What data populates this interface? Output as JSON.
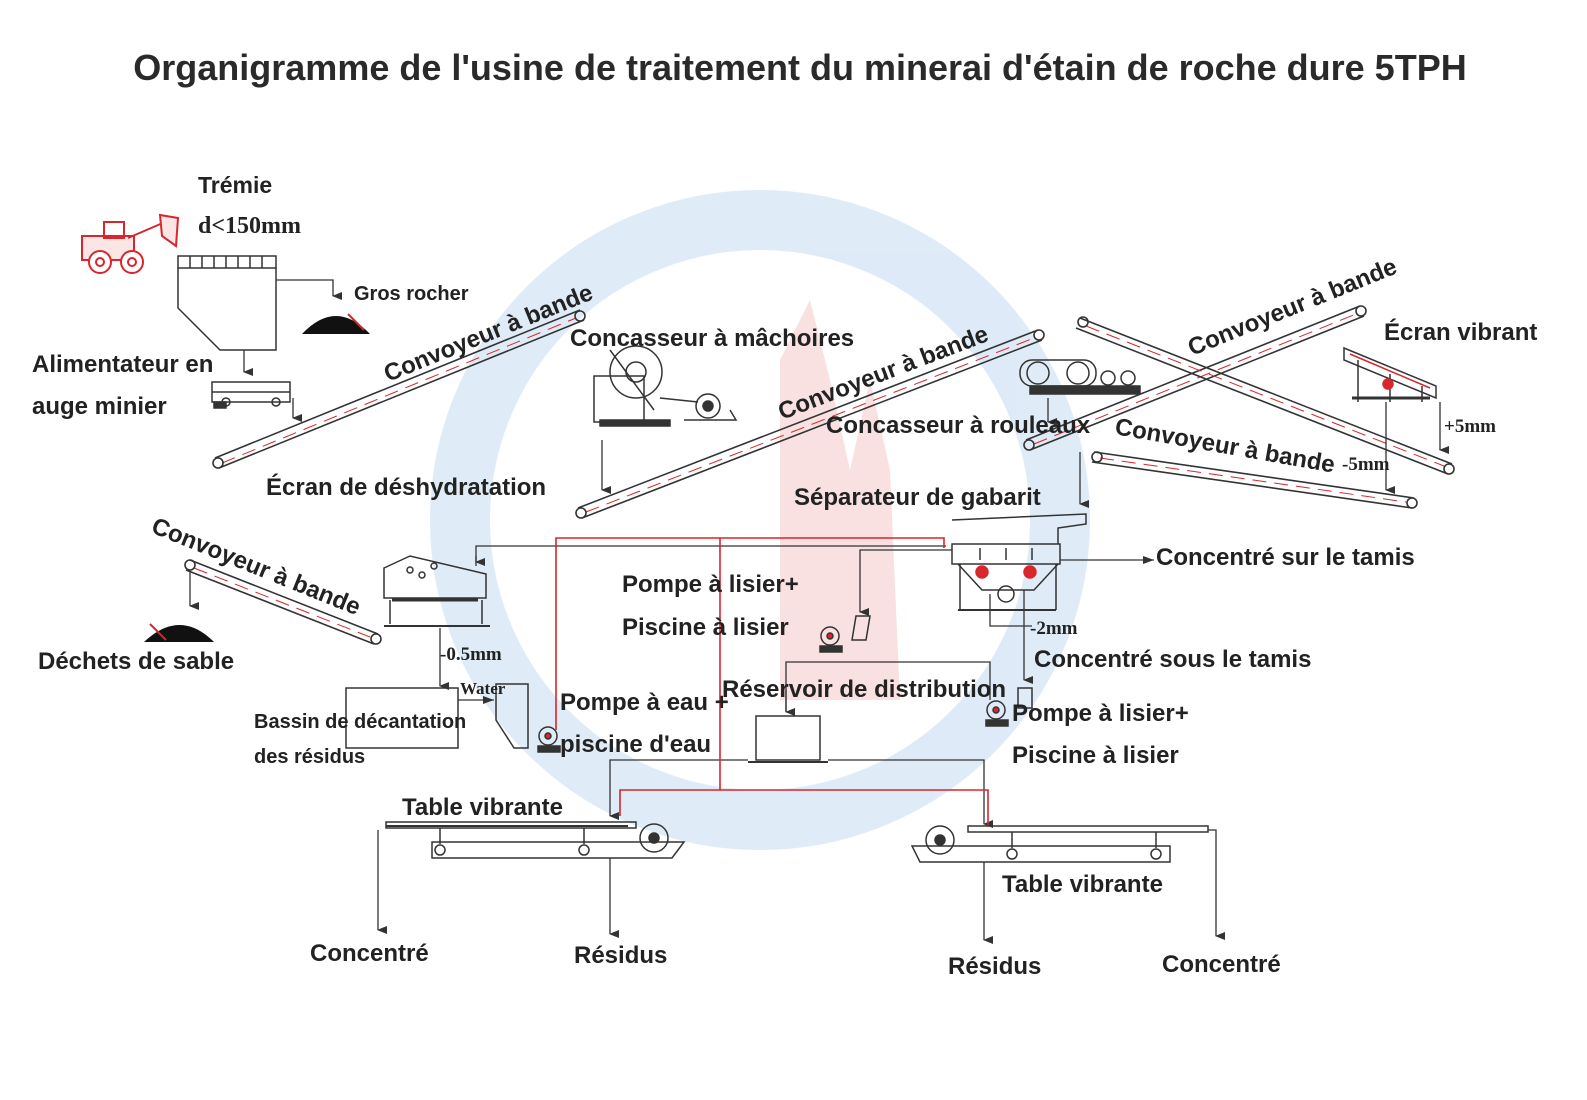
{
  "title": "Organigramme de l'usine de traitement du minerai d'étain de roche dure 5TPH",
  "colors": {
    "line": "#333333",
    "water_line": "#d8262c",
    "watermark_blue": "#6fa3dc",
    "watermark_red": "#e87a7a"
  },
  "labels": {
    "hopper": "Trémie",
    "hopper_size": "d<150mm",
    "big_rock": "Gros rocher",
    "feeder_1": "Alimentateur en",
    "feeder_2": "auge minier",
    "conveyor_1": "Convoyeur à bande",
    "jaw_crusher": "Concasseur à mâchoires",
    "conveyor_2": "Convoyeur à bande",
    "roller_crusher": "Concasseur à rouleaux",
    "conveyor_3": "Convoyeur à bande",
    "vibrating_screen": "Écran vibrant",
    "plus_5mm": "+5mm",
    "conveyor_4": "Convoyeur à bande",
    "minus_5mm": "-5mm",
    "dewatering_screen": "Écran de déshydratation",
    "jig_separator": "Séparateur de gabarit",
    "conveyor_5": "Convoyeur à bande",
    "screen_concentrate": "Concentré sur le tamis",
    "slurry_pump_1a": "Pompe à lisier+",
    "slurry_pump_1b": "Piscine à lisier",
    "minus_2mm": "-2mm",
    "under_screen_concentrate": "Concentré sous le tamis",
    "sand_waste": "Déchets de sable",
    "minus_05mm": "-0.5mm",
    "water": "Water",
    "distribution_tank": "Réservoir de distribution",
    "water_pump_a": "Pompe à eau +",
    "water_pump_b": "piscine d'eau",
    "tailings_pond_a": "Bassin de décantation",
    "tailings_pond_b": "des résidus",
    "slurry_pump_2a": "Pompe à lisier+",
    "slurry_pump_2b": "Piscine à lisier",
    "shaking_table_1": "Table vibrante",
    "shaking_table_2": "Table vibrante",
    "concentrate_1": "Concentré",
    "tailings_1": "Résidus",
    "tailings_2": "Résidus",
    "concentrate_2": "Concentré"
  },
  "icons": [
    "loader-icon",
    "hopper-icon",
    "rock-pile-icon",
    "feeder-icon",
    "jaw-crusher-icon",
    "roller-crusher-icon",
    "vibrating-screen-icon",
    "dewatering-screen-icon",
    "jig-icon",
    "pump-icon",
    "tank-icon",
    "shaking-table-icon"
  ]
}
